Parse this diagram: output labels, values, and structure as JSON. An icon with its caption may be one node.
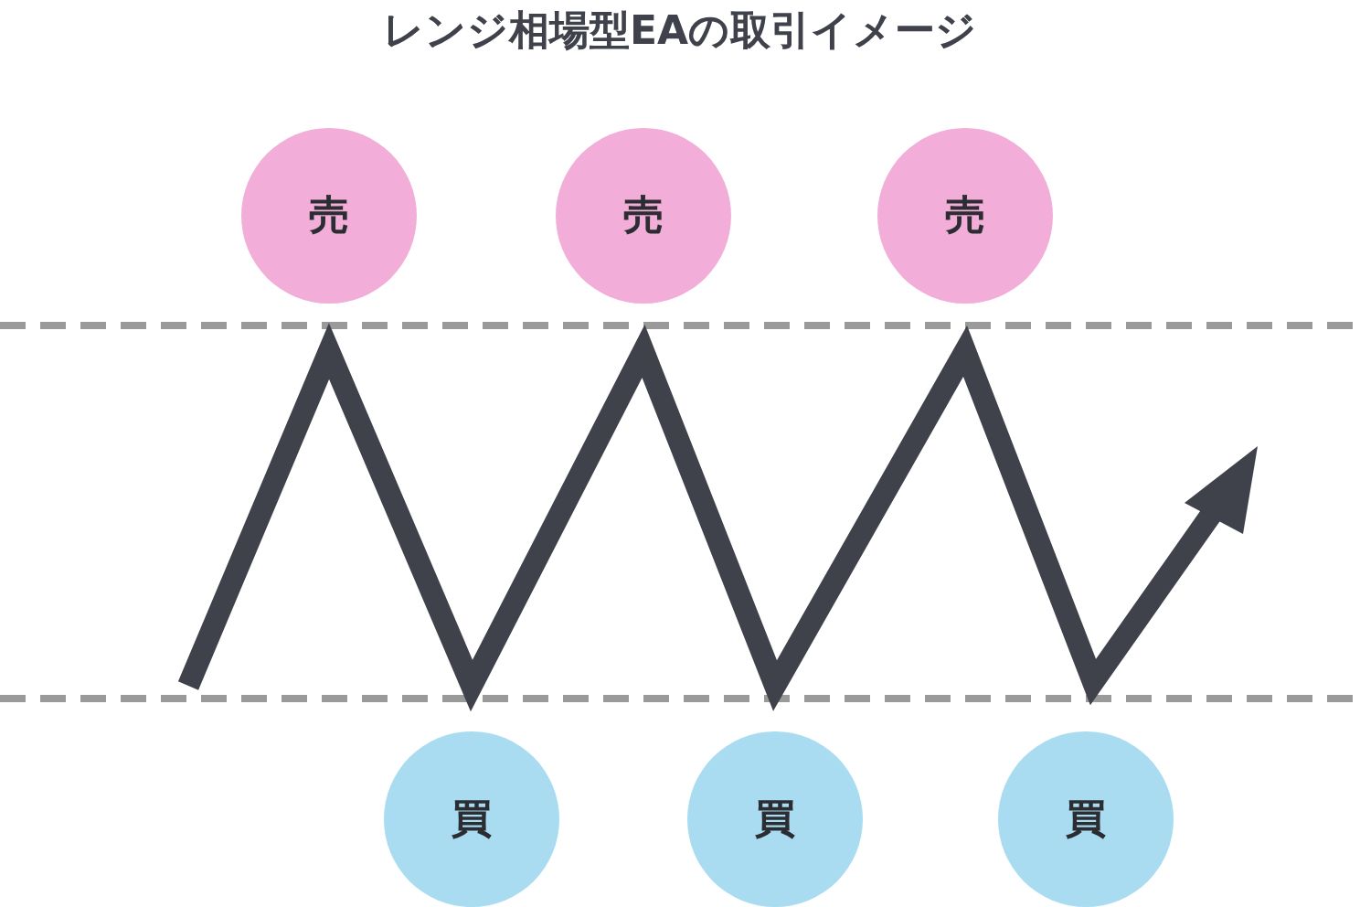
{
  "diagram": {
    "title": "レンジ相場型EAの取引イメージ",
    "nodes": [
      {
        "text": [
          "売"
        ]
      },
      {
        "text": [
          "売"
        ]
      },
      {
        "text": [
          "売"
        ]
      },
      {
        "text": [
          "買"
        ]
      },
      {
        "text": [
          "買"
        ]
      },
      {
        "text": [
          "買"
        ]
      }
    ]
  }
}
